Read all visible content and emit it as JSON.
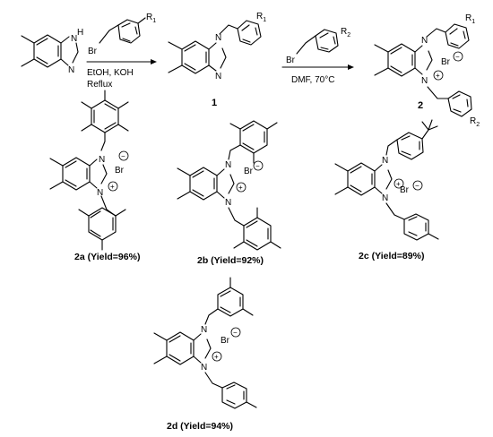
{
  "scheme": {
    "step1": {
      "start_nh": "H",
      "start_n": "N",
      "reagent_br": "Br",
      "reagent_r": "R",
      "reagent_r_sub": "1",
      "cond_line1": "EtOH, KOH",
      "cond_line2": "Reflux"
    },
    "intermediate": {
      "n_top": "N",
      "n_bottom": "N",
      "r": "R",
      "r_sub": "1",
      "number": "1"
    },
    "step2": {
      "reagent_br": "Br",
      "reagent_r": "R",
      "reagent_r_sub": "2",
      "cond": "DMF, 70°C"
    },
    "product": {
      "n_top": "N",
      "n_bottom": "N",
      "plus": "+",
      "br": "Br",
      "minus": "−",
      "r1": "R",
      "r1_sub": "1",
      "r2": "R",
      "r2_sub": "2",
      "number": "2"
    }
  },
  "compounds": [
    {
      "atom_n1": "N",
      "atom_n2": "N",
      "plus": "+",
      "br": "Br",
      "minus": "−",
      "caption": "2a (Yield=96%)"
    },
    {
      "atom_n1": "N",
      "atom_n2": "N",
      "plus": "+",
      "br": "Br",
      "minus": "−",
      "caption": "2b (Yield=92%)"
    },
    {
      "atom_n1": "N",
      "atom_n2": "N",
      "plus": "+",
      "br": "Br",
      "minus": "−",
      "caption": "2c (Yield=89%)"
    },
    {
      "atom_n1": "N",
      "atom_n2": "N",
      "plus": "+",
      "br": "Br",
      "minus": "−",
      "caption": "2d (Yield=94%)"
    }
  ]
}
